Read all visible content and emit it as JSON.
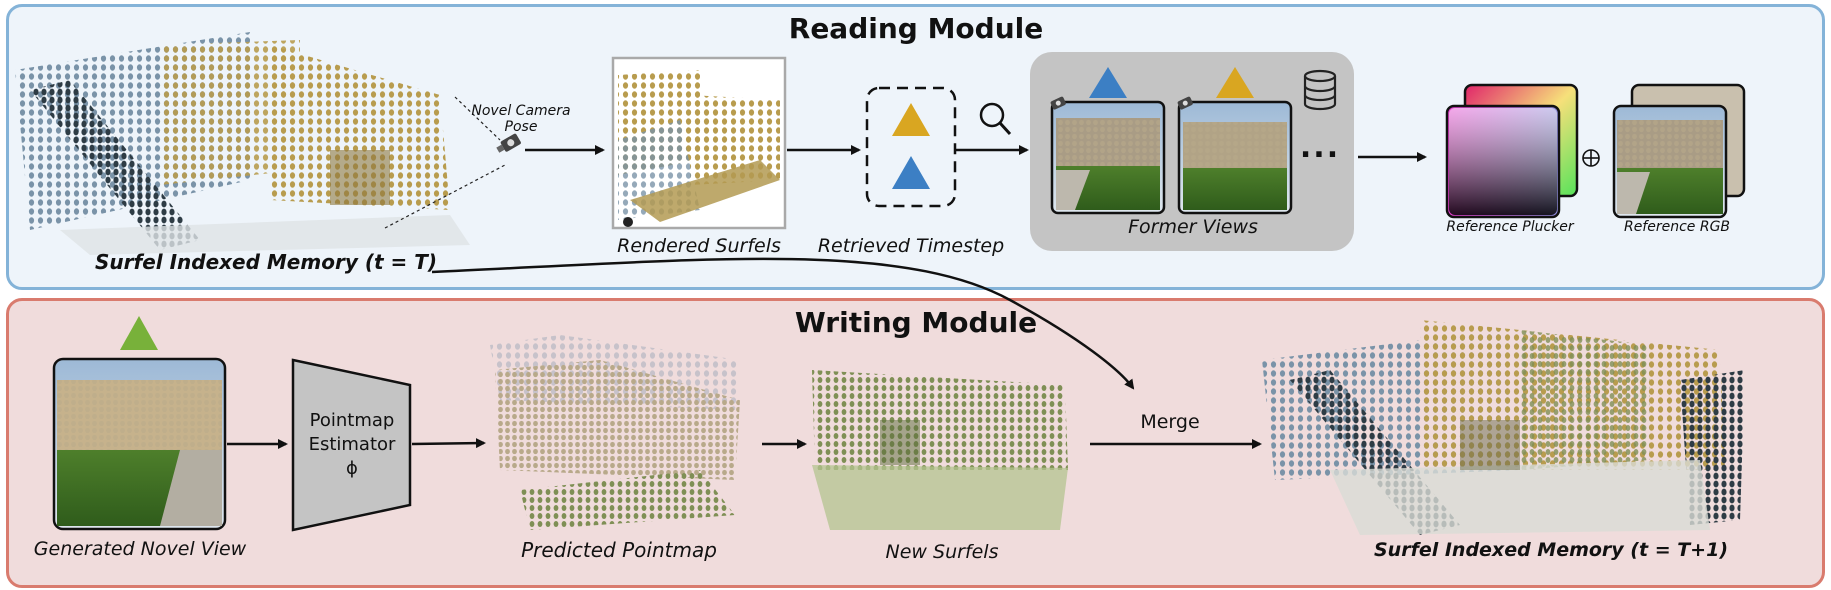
{
  "reading_module": {
    "title": "Reading Module",
    "novel_camera_pose": "Novel Camera Pose",
    "novel_camera_pose_line1": "Novel Camera",
    "novel_camera_pose_line2": "Pose",
    "surfel_memory_label": "Surfel Indexed Memory (t = T)",
    "rendered_surfels_label": "Rendered Surfels",
    "retrieved_timestep_label": "Retrieved Timestep",
    "former_views_label": "Former Views",
    "ellipsis": "...",
    "reference_plucker_label": "Reference Plucker",
    "reference_rgb_label": "Reference RGB",
    "oplus_symbol": "⊕"
  },
  "writing_module": {
    "title": "Writing Module",
    "generated_novel_view_label": "Generated Novel View",
    "pointmap_estimator_line1": "Pointmap",
    "pointmap_estimator_line2": "Estimator",
    "pointmap_estimator_symbol": "ϕ",
    "predicted_pointmap_label": "Predicted Pointmap",
    "new_surfels_label": "New Surfels",
    "merge_label": "Merge",
    "surfel_memory_next_label": "Surfel Indexed Memory (t = T+1)"
  },
  "colors": {
    "reading_border": "#84b3d8",
    "reading_bg": "#eef4fa",
    "writing_border": "#d97b6e",
    "writing_bg": "#f0dcdc",
    "timestep_gold": "#d9a621",
    "timestep_blue": "#3c7fc4",
    "timestep_green": "#78b13a",
    "former_views_bg": "#c4c4c4"
  },
  "icons": [
    "camera-icon",
    "magnifier-icon",
    "database-icon",
    "triangle-marker-icon"
  ]
}
